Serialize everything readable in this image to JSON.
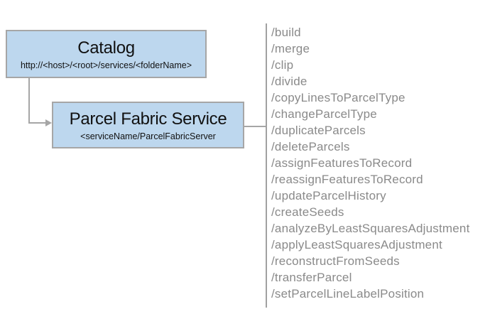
{
  "catalog_box": {
    "title": "Catalog",
    "subtitle": "http://<host>/<root>/services/<folderName>"
  },
  "service_box": {
    "title": "Parcel Fabric Service",
    "subtitle": "<serviceName/ParcelFabricServer"
  },
  "endpoints": [
    "/build",
    "/merge",
    "/clip",
    "/divide",
    "/copyLinesToParcelType",
    "/changeParcelType",
    "/duplicateParcels",
    "/deleteParcels",
    "/assignFeaturesToRecord",
    "/reassignFeaturesToRecord",
    "/updateParcelHistory",
    "/createSeeds",
    "/analyzeByLeastSquaresAdjustment",
    "/applyLeastSquaresAdjustment",
    "/reconstructFromSeeds",
    "/transferParcel",
    "/setParcelLineLabelPosition"
  ],
  "colors": {
    "box_fill": "#bdd7ee",
    "box_border": "#a6a6a6",
    "connector": "#a6a6a6",
    "divider": "#a1a1a1",
    "endpoint_text": "#8a8a8a"
  }
}
